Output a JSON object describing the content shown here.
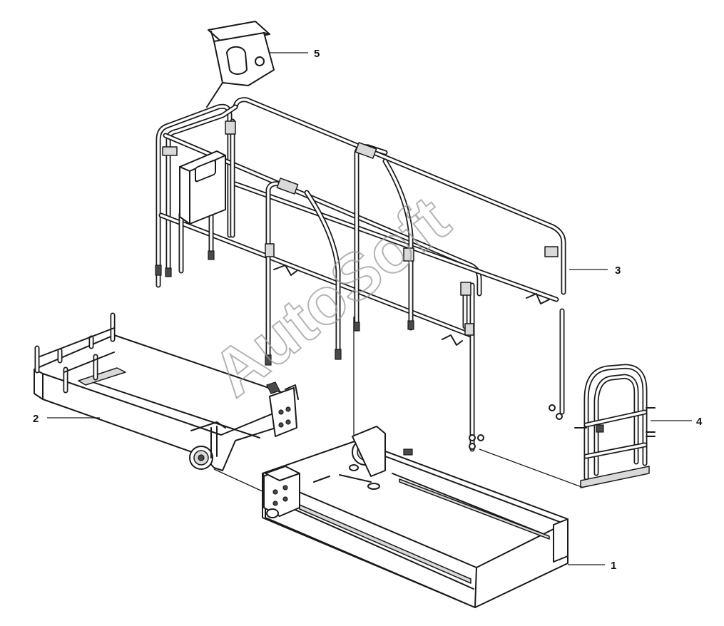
{
  "watermark": {
    "text": "AutoSoft"
  },
  "callouts": [
    {
      "id": "1",
      "label": "1"
    },
    {
      "id": "2",
      "label": "2"
    },
    {
      "id": "3",
      "label": "3"
    },
    {
      "id": "4",
      "label": "4"
    },
    {
      "id": "5",
      "label": "5"
    }
  ]
}
